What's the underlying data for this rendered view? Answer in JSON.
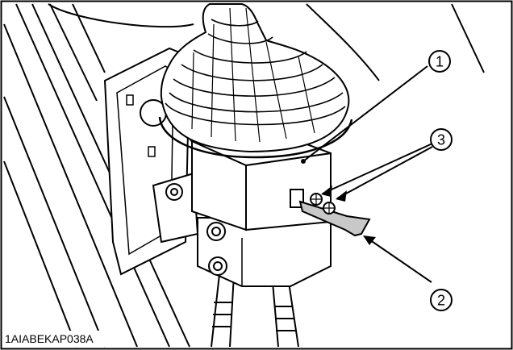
{
  "figure": {
    "code": "1AIABEKAP038A",
    "callouts": [
      {
        "number": "1"
      },
      {
        "number": "2"
      },
      {
        "number": "3"
      }
    ]
  },
  "colors": {
    "line": "#000000",
    "background": "#ffffff",
    "bracket_fill": "#c8c8c8"
  }
}
